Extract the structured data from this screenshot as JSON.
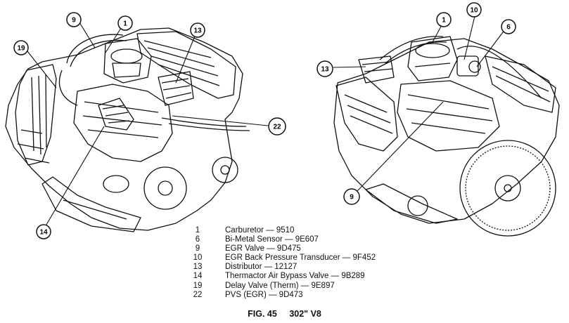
{
  "callouts": {
    "left": [
      "9",
      "1",
      "13",
      "19",
      "22",
      "14"
    ],
    "right": [
      "10",
      "1",
      "6",
      "13",
      "9"
    ]
  },
  "legend": [
    {
      "num": "1",
      "desc": "Carburetor — 9510"
    },
    {
      "num": "6",
      "desc": "Bi-Metal Sensor — 9E607"
    },
    {
      "num": "9",
      "desc": "EGR Valve — 9D475"
    },
    {
      "num": "10",
      "desc": "EGR Back Pressure Transducer — 9F452"
    },
    {
      "num": "13",
      "desc": "Distributor — 12127"
    },
    {
      "num": "14",
      "desc": "Thermactor Air Bypass Valve — 9B289"
    },
    {
      "num": "19",
      "desc": "Delay Valve (Therm) — 9E897"
    },
    {
      "num": "22",
      "desc": "PVS (EGR) — 9D473"
    }
  ],
  "caption": {
    "fig": "FIG. 45",
    "title": "302\" V8"
  }
}
